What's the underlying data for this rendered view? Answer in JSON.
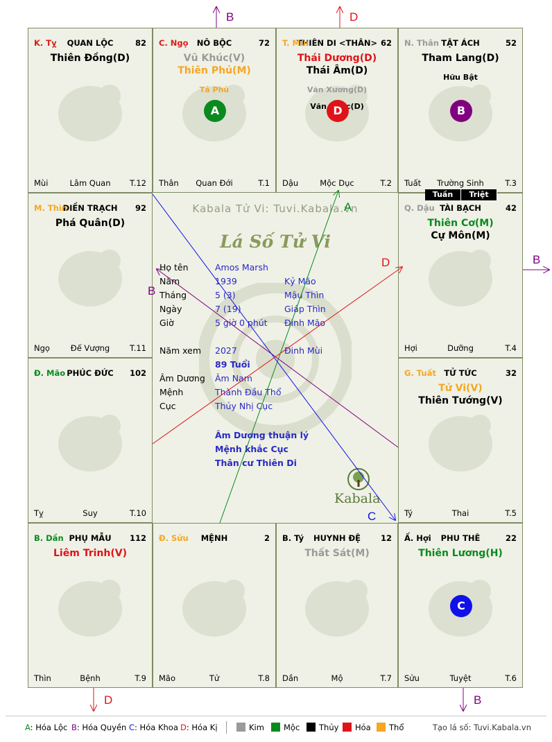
{
  "watermark": "Kabala Tử Vi: Tuvi.Kabala.vn",
  "center_title": "Lá Số Tử Vi",
  "center_logo": "Kabala",
  "info": {
    "rows": [
      {
        "k": "Họ tên",
        "v": "Amos Marsh",
        "w": ""
      },
      {
        "k": "Năm",
        "v": "1939",
        "w": "Kỷ Mão"
      },
      {
        "k": "Tháng",
        "v": "5  (3)",
        "w": "Mậu Thìn"
      },
      {
        "k": "Ngày",
        "v": "7  (19)",
        "w": "Giáp Thìn"
      },
      {
        "k": "Giờ",
        "v": "5 giờ 0 phút",
        "w": "Đinh Mão"
      },
      {
        "k": "Năm xem",
        "v": "2027",
        "w": "Đinh Mùi"
      },
      {
        "k": "",
        "v": "89 Tuổi",
        "w": ""
      },
      {
        "k": "Âm Dương",
        "v": "Âm Nam",
        "w": ""
      },
      {
        "k": "Mệnh",
        "v": "Thành Đầu Thổ",
        "w": ""
      },
      {
        "k": "Cục",
        "v": "Thủy Nhị Cục",
        "w": ""
      }
    ],
    "notes": [
      "Âm Dương thuận lý",
      "Mệnh khắc Cục",
      "Thân cư Thiên Di"
    ]
  },
  "tuan_triet": [
    "Tuần",
    "Triệt"
  ],
  "cells": [
    {
      "can": "K. Tỵ",
      "can_color": "#d81b1b",
      "name": "QUAN LỘC",
      "score": "82",
      "stars": [
        {
          "t": "Thiên Đồng(D)",
          "c": "#000000"
        }
      ],
      "minor": [],
      "f1": "Mùi",
      "f2": "Lâm Quan",
      "f3": "T.12"
    },
    {
      "can": "C. Ngọ",
      "can_color": "#d81b1b",
      "name": "NÔ BỘC",
      "score": "72",
      "stars": [
        {
          "t": "Vũ Khúc(V)",
          "c": "#9a9a9a"
        },
        {
          "t": "Thiên Phủ(M)",
          "c": "#f5a623"
        }
      ],
      "minor": [
        {
          "t": "Tả Phù",
          "c": "#f5a623"
        }
      ],
      "f1": "Thân",
      "f2": "Quan Đới",
      "f3": "T.1",
      "circle": {
        "l": "A",
        "c": "#0a8a1e"
      }
    },
    {
      "can": "T. Mùi",
      "can_color": "#f5a623",
      "name": "THIÊN DI <THÂN>",
      "score": "62",
      "stars": [
        {
          "t": "Thái Dương(D)",
          "c": "#e0131a"
        },
        {
          "t": "Thái Âm(D)",
          "c": "#000000"
        }
      ],
      "minor": [
        {
          "t": "Văn Xương(D)",
          "c": "#9a9a9a"
        },
        {
          "t": "Văn Khúc(D)",
          "c": "#000000"
        }
      ],
      "f1": "Dậu",
      "f2": "Mộc Dục",
      "f3": "T.2",
      "circle": {
        "l": "D",
        "c": "#e0131a"
      }
    },
    {
      "can": "N. Thân",
      "can_color": "#9a9a9a",
      "name": "TẬT ÁCH",
      "score": "52",
      "stars": [
        {
          "t": "Tham Lang(D)",
          "c": "#000000"
        }
      ],
      "minor": [
        {
          "t": "Hữu Bật",
          "c": "#000000"
        }
      ],
      "f1": "Tuất",
      "f2": "Trường Sinh",
      "f3": "T.3",
      "circle": {
        "l": "B",
        "c": "#800080"
      }
    },
    {
      "can": "M. Thìn",
      "can_color": "#f5a623",
      "name": "ĐIỀN TRẠCH",
      "score": "92",
      "stars": [
        {
          "t": "Phá Quân(D)",
          "c": "#000000"
        }
      ],
      "minor": [],
      "f1": "Ngọ",
      "f2": "Đế Vượng",
      "f3": "T.11"
    },
    {
      "can": "Q. Dậu",
      "can_color": "#9a9a9a",
      "name": "TÀI BẠCH",
      "score": "42",
      "stars": [
        {
          "t": "Thiên Cơ(M)",
          "c": "#0a8a1e"
        },
        {
          "t": "Cự Môn(M)",
          "c": "#000000"
        }
      ],
      "minor": [],
      "f1": "Hợi",
      "f2": "Dưỡng",
      "f3": "T.4"
    },
    {
      "can": "Đ. Mão",
      "can_color": "#0a8a1e",
      "name": "PHÚC ĐỨC",
      "score": "102",
      "stars": [],
      "minor": [],
      "f1": "Tỵ",
      "f2": "Suy",
      "f3": "T.10"
    },
    {
      "can": "G. Tuất",
      "can_color": "#f5a623",
      "name": "TỬ TỨC",
      "score": "32",
      "stars": [
        {
          "t": "Tử Vi(V)",
          "c": "#f5a623"
        },
        {
          "t": "Thiên Tướng(V)",
          "c": "#000000"
        }
      ],
      "minor": [],
      "f1": "Tý",
      "f2": "Thai",
      "f3": "T.5"
    },
    {
      "can": "B. Dần",
      "can_color": "#0a8a1e",
      "name": "PHỤ MẪU",
      "score": "112",
      "stars": [
        {
          "t": "Liêm Trinh(V)",
          "c": "#e0131a"
        }
      ],
      "minor": [],
      "f1": "Thìn",
      "f2": "Bệnh",
      "f3": "T.9"
    },
    {
      "can": "Đ. Sửu",
      "can_color": "#f5a623",
      "name": "MỆNH",
      "score": "2",
      "stars": [],
      "minor": [],
      "f1": "Mão",
      "f2": "Tử",
      "f3": "T.8"
    },
    {
      "can": "B. Tý",
      "can_color": "#000000",
      "name": "HUYNH ĐỆ",
      "score": "12",
      "stars": [
        {
          "t": "Thất Sát(M)",
          "c": "#9a9a9a"
        }
      ],
      "minor": [],
      "f1": "Dần",
      "f2": "Mộ",
      "f3": "T.7"
    },
    {
      "can": "Ấ. Hợi",
      "can_color": "#000000",
      "name": "PHU THÊ",
      "score": "22",
      "stars": [
        {
          "t": "Thiên Lương(H)",
          "c": "#0a8a1e"
        }
      ],
      "minor": [],
      "f1": "Sửu",
      "f2": "Tuyệt",
      "f3": "T.6",
      "circle": {
        "l": "C",
        "c": "#1010e8"
      }
    }
  ],
  "arrow_labels": {
    "a": "A",
    "b": "B",
    "c": "C",
    "d": "D"
  },
  "colors": {
    "a": "#0a8a1e",
    "b": "#800080",
    "c": "#1010e8",
    "d": "#e0131a"
  },
  "legend": {
    "hoa": [
      {
        "k": "A",
        "t": ": Hóa Lộc",
        "c": "#0a8a1e"
      },
      {
        "k": "B",
        "t": ": Hóa Quyền",
        "c": "#800080"
      },
      {
        "k": "C",
        "t": ": Hóa Khoa",
        "c": "#1010e8"
      },
      {
        "k": "D",
        "t": ": Hóa Kị",
        "c": "#e0131a"
      }
    ],
    "elements": [
      {
        "t": "Kim",
        "c": "#9a9a9a"
      },
      {
        "t": "Mộc",
        "c": "#0a8a1e"
      },
      {
        "t": "Thủy",
        "c": "#000000"
      },
      {
        "t": "Hỏa",
        "c": "#e0131a"
      },
      {
        "t": "Thổ",
        "c": "#f5a623"
      }
    ],
    "credit": "Tạo lá số: Tuvi.Kabala.vn"
  }
}
